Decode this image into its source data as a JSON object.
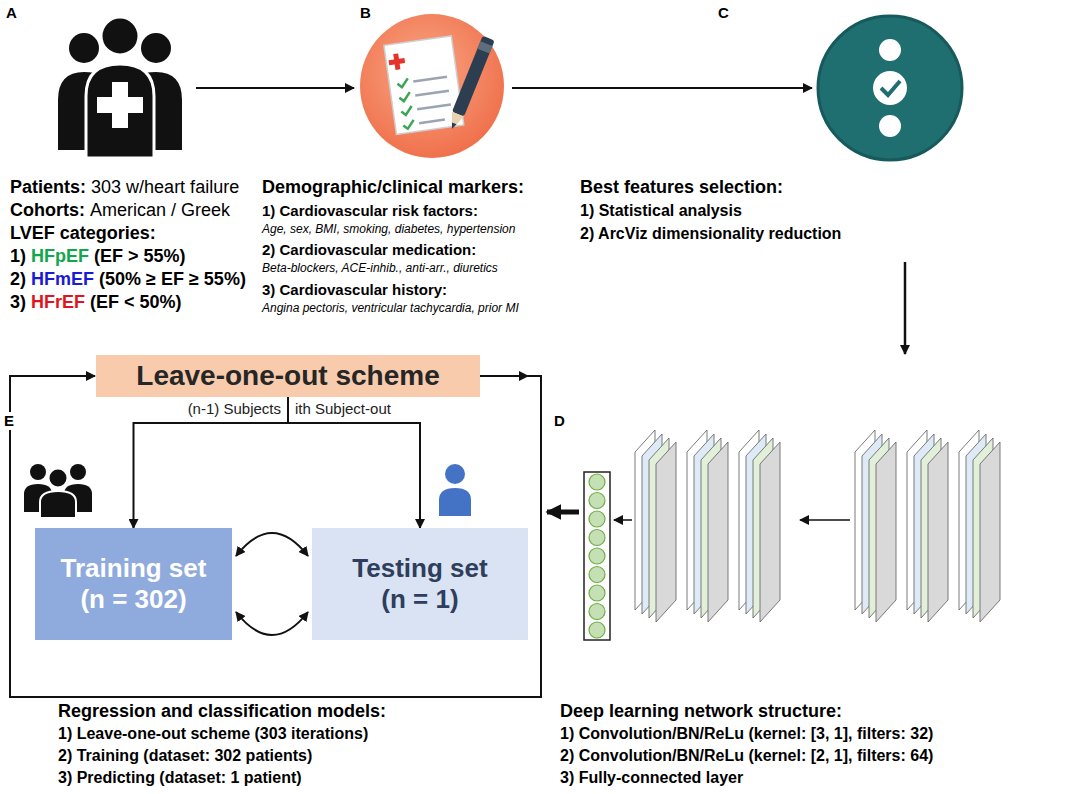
{
  "diagram": {
    "nodes": [
      {
        "text": [
          "Leave-one-out scheme"
        ]
      },
      {
        "text": [
          "Training set",
          "(n = 302)"
        ]
      },
      {
        "text": [
          "Testing set",
          "(n = 1)"
        ]
      }
    ],
    "edges": [
      {
        "from": 0,
        "to": 1,
        "label": "(n-1) Subjects",
        "arrow": "to"
      },
      {
        "from": 0,
        "to": 2,
        "label": "ith Subject-out",
        "arrow": "to"
      },
      {
        "from": 1,
        "to": 2,
        "arrow": "both"
      },
      {
        "from": 1,
        "to": 2,
        "arrow": "both"
      },
      {
        "from": 0,
        "to": 0,
        "arrow": "to"
      }
    ],
    "labels": [
      "A",
      "Patients:",
      "303 w/heart failure",
      "Cohorts:",
      "American / Greek",
      "LVEF categories:",
      "1)",
      "HFpEF",
      "(EF > 55%)",
      "2)",
      "HFmEF",
      "(50% ≥ EF ≥ 55%)",
      "3)",
      "HFrEF",
      "(EF < 50%)",
      "B",
      "Demographic/clinical markers:",
      "1) Cardiovascular risk factors:",
      "Age, sex, BMI, smoking, diabetes, hypertension",
      "2) Cardiovascular medication:",
      "Beta-blockers, ACE-inhib., anti-arr., diuretics",
      "3) Cardiovascular history:",
      "Angina pectoris, ventricular tachycardia, prior MI",
      "C",
      "Best features selection:",
      "1) Statistical analysis",
      "2) ArcViz dimensionality reduction",
      "E",
      "D",
      "Regression and classification models:",
      "1) Leave-one-out scheme (303 iterations)",
      "2) Training (dataset: 302 patients)",
      "3) Predicting (dataset: 1 patient)",
      "Deep learning network structure:",
      "1) Convolution/BN/ReLu (kernel: [3, 1], filters: 32)",
      "2) Convolution/BN/ReLu (kernel: [2, 1], filters: 64)",
      "3) Fully-connected layer"
    ]
  }
}
